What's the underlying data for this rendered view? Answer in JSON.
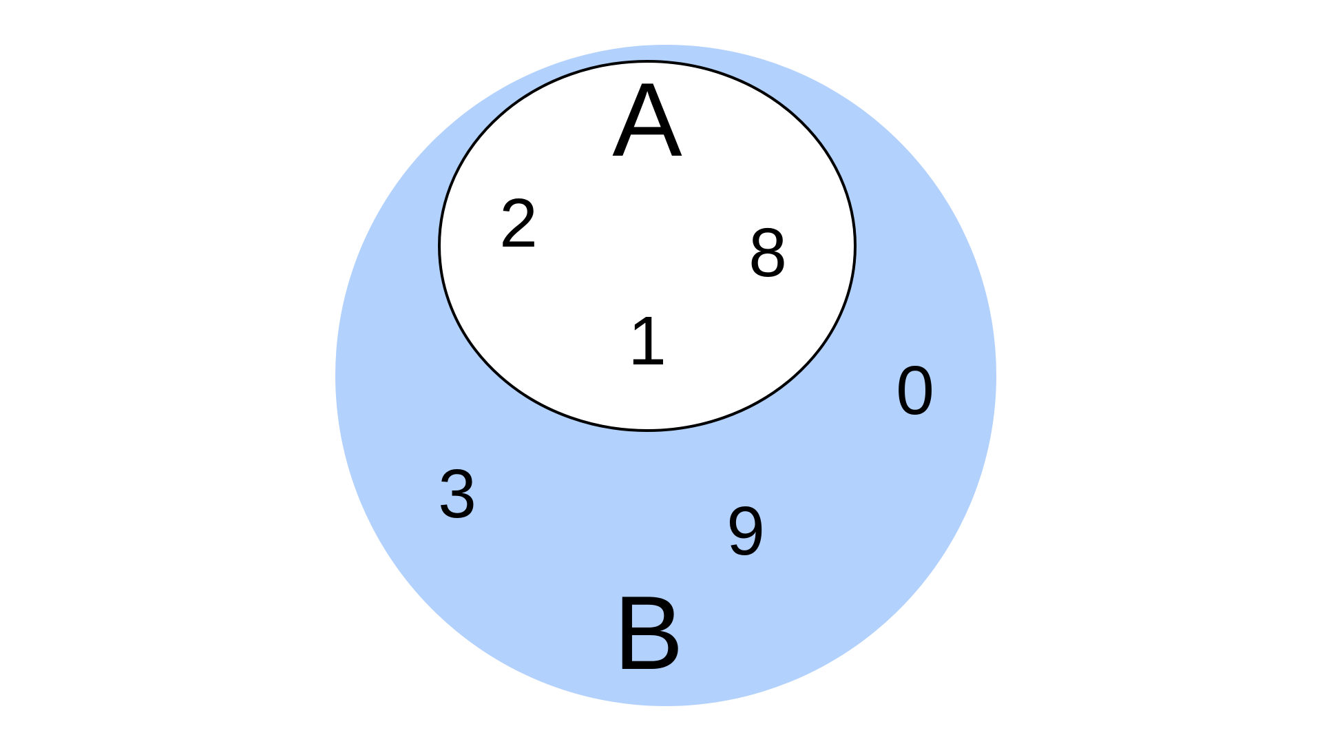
{
  "diagram": {
    "type": "venn-subset",
    "colors": {
      "set_b_fill": "#b3d1fd",
      "set_a_fill": "#ffffff",
      "set_a_stroke": "#000000",
      "text": "#000000"
    },
    "sets": {
      "A": {
        "label": "A",
        "elements": [
          "2",
          "8",
          "1"
        ]
      },
      "B": {
        "label": "B",
        "elements": [
          "0",
          "3",
          "9"
        ]
      }
    }
  }
}
